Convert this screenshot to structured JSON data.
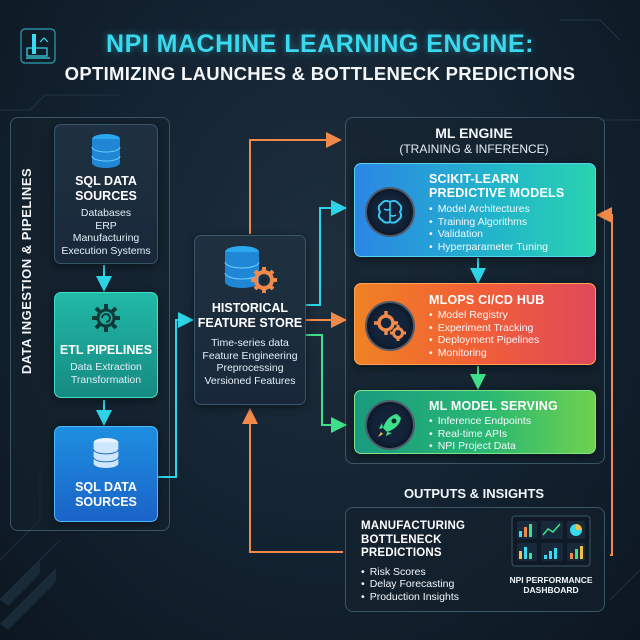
{
  "header": {
    "title": "NPI MACHINE LEARNING ENGINE:",
    "subtitle": "OPTIMIZING LAUNCHES & BOTTLENECK PREDICTIONS"
  },
  "ingestion": {
    "label": "DATA INGESTION & PIPELINES",
    "sql_top": {
      "title_line1": "SQL DATA",
      "title_line2": "SOURCES",
      "items": [
        "Databases",
        "ERP",
        "Manufacturing",
        "Execution Systems"
      ]
    },
    "etl": {
      "title": "ETL PIPELINES",
      "items": [
        "Data Extraction",
        "Transformation"
      ]
    },
    "sql_bottom": {
      "title_line1": "SQL DATA",
      "title_line2": "SOURCES"
    }
  },
  "feature_store": {
    "title_line1": "HISTORICAL",
    "title_line2": "FEATURE STORE",
    "items": [
      "Time-series data",
      "Feature Engineering",
      "Preprocessing",
      "Versioned Features"
    ]
  },
  "ml_engine": {
    "title": "ML ENGINE",
    "subtitle": "(TRAINING & INFERENCE)",
    "models": {
      "title_line1": "SCIKIT-LEARN",
      "title_line2": "PREDICTIVE MODELS",
      "items": [
        "Model Architectures",
        "Training Algorithms",
        "Validation",
        "Hyperparameter Tuning"
      ]
    },
    "mlops": {
      "title": "MLOPS CI/CD HUB",
      "items": [
        "Model Registry",
        "Experiment Tracking",
        "Deployment Pipelines",
        "Monitoring"
      ]
    },
    "serving": {
      "title": "ML MODEL SERVING",
      "items": [
        "Inference Endpoints",
        "Real-time APIs",
        "NPI Project Data"
      ]
    }
  },
  "outputs": {
    "title": "OUTPUTS & INSIGHTS",
    "predictions": {
      "title_line1": "MANUFACTURING",
      "title_line2": "BOTTLENECK PREDICTIONS",
      "items": [
        "Risk Scores",
        "Delay Forecasting",
        "Production Insights"
      ]
    },
    "dashboard": {
      "label_line1": "NPI PERFORMANCE",
      "label_line2": "DASHBOARD"
    }
  },
  "colors": {
    "accent_cyan": "#39d9f0",
    "arrow_orange": "#f0894a",
    "arrow_cyan": "#2fd3e6",
    "arrow_green": "#3fe08a",
    "frame_border": "#3a5568"
  }
}
